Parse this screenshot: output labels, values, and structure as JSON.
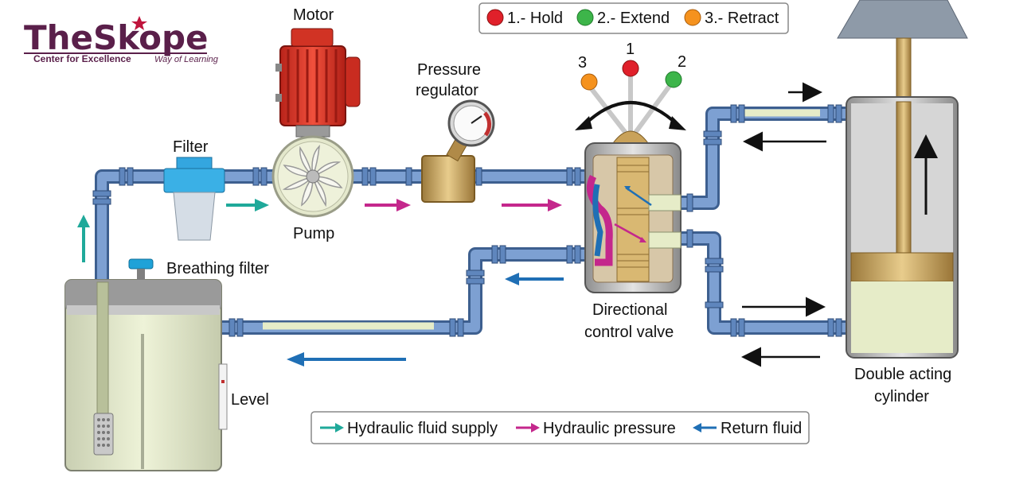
{
  "logo": {
    "name": "TheSkope",
    "tagline_left": "Center for Excellence",
    "tagline_right": "Way of Learning",
    "primary_color": "#5a1f4a",
    "accent_color": "#c0143c"
  },
  "labels": {
    "motor": "Motor",
    "pressure_regulator_line1": "Pressure",
    "pressure_regulator_line2": "regulator",
    "filter": "Filter",
    "pump": "Pump",
    "breathing_filter": "Breathing filter",
    "level": "Level",
    "directional_valve_line1": "Directional",
    "directional_valve_line2": "control valve",
    "cylinder_line1": "Double acting",
    "cylinder_line2": "cylinder"
  },
  "positions_legend": {
    "items": [
      {
        "label": "1.- Hold",
        "color": "#e0202a"
      },
      {
        "label": "2.- Extend",
        "color": "#3db54a"
      },
      {
        "label": "3.- Retract",
        "color": "#f5921e"
      }
    ]
  },
  "lever_numbers": [
    "1",
    "2",
    "3"
  ],
  "flow_legend": {
    "items": [
      {
        "label": "Hydraulic fluid supply",
        "color": "#1fa99a",
        "arrow": "right"
      },
      {
        "label": "Hydraulic pressure",
        "color": "#c4278c",
        "arrow": "right"
      },
      {
        "label": "Return fluid",
        "color": "#1f6fb5",
        "arrow": "left"
      }
    ]
  },
  "colors": {
    "pipe": "#6f93c4",
    "pipe_dark": "#3d5f8f",
    "fluid": "#e6ecc8",
    "tank_fluid": "#e8efcc",
    "motor_red": "#e23a2a",
    "brass": "#c9a25a"
  }
}
